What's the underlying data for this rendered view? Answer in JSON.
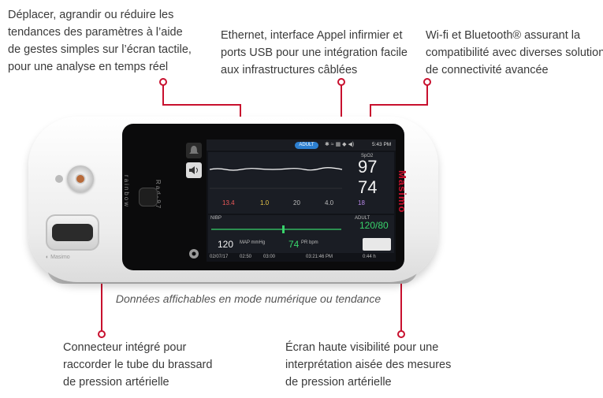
{
  "callouts": {
    "top_left": [
      "Déplacer, agrandir ou réduire les",
      "tendances des paramètres à l’aide",
      "de gestes simples sur l’écran tactile,",
      "pour une analyse en temps réel"
    ],
    "top_middle": [
      "Ethernet, interface Appel infirmier et",
      "ports USB pour une intégration facile",
      "aux infrastructures câblées"
    ],
    "top_right": [
      "Wi-fi et Bluetooth® assurant la",
      "compatibilité avec diverses solutions",
      "de connectivité avancée"
    ],
    "bottom_left": [
      "Connecteur intégré pour",
      "raccorder le tube du brassard",
      "de pression artérielle"
    ],
    "bottom_right": [
      "Écran haute visibilité pour une",
      "interprétation aisée des mesures",
      "de pression artérielle"
    ]
  },
  "caption": "Données affichables en mode numérique ou tendance",
  "device": {
    "brand_vertical": "Masimo",
    "model_label": "Rad-97",
    "strip_label": "rainbow",
    "screen": {
      "mode_pill": "ADULT",
      "time": "5:43 PM",
      "spo2_label": "SpO2",
      "spo2": "97",
      "pr": "74",
      "params": [
        "13.4",
        "1.0",
        "20",
        "4.0",
        "18"
      ],
      "nibp_label": "NIBP",
      "nibp_mode": "ADULT",
      "bp": "120/80",
      "map": "120",
      "map_unit": "MAP mmHg",
      "pr2": "74",
      "pr2_unit": "PR bpm",
      "row_times": [
        "02:50",
        "03:00",
        "03:21:46 PM",
        "0:44 h"
      ],
      "date": "02/07/17"
    }
  },
  "colors": {
    "accent_red": "#c8102e",
    "screen_green": "#38d36b"
  }
}
